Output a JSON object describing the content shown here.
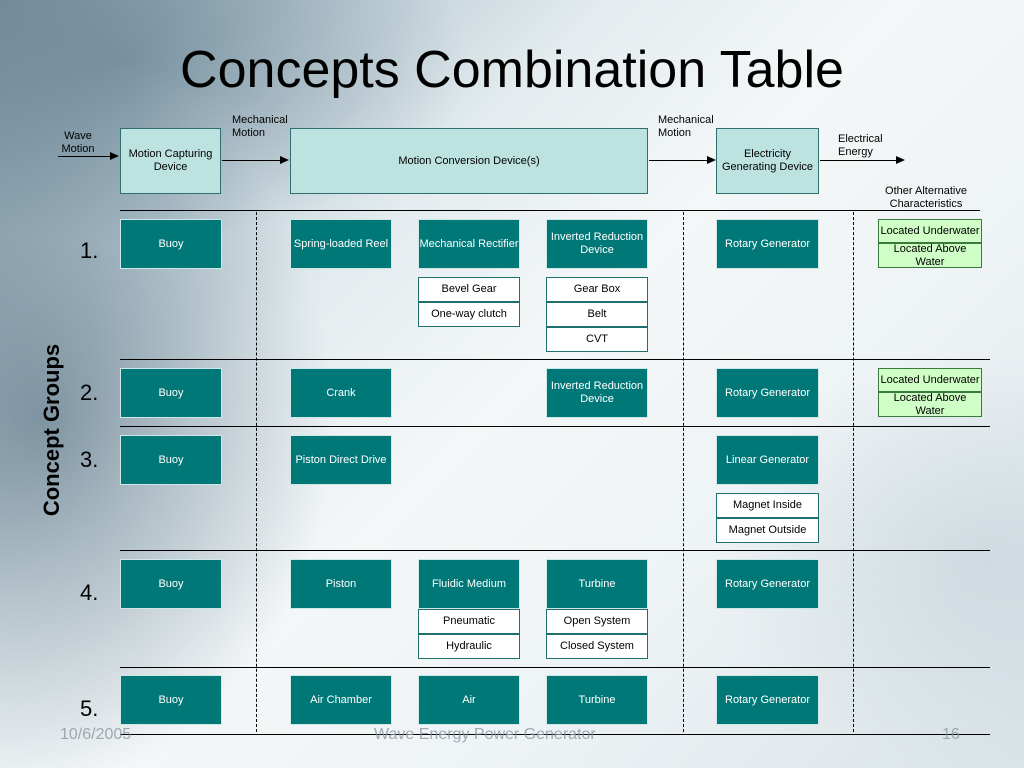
{
  "title": "Concepts Combination Table",
  "side_label": "Concept Groups",
  "flow": {
    "wave_motion": "Wave Motion",
    "mechanical_motion_1": "Mechanical Motion",
    "mechanical_motion_2": "Mechanical Motion",
    "electrical_energy": "Electrical Energy",
    "motion_capturing_device": "Motion Capturing Device",
    "motion_conversion_device": "Motion Conversion Device(s)",
    "electricity_generating_device": "Electricity Generating Device",
    "other_alternative": "Other Alternative Characteristics"
  },
  "groups": [
    {
      "number": "1.",
      "capture": "Buoy",
      "conversion": [
        "Spring-loaded Reel",
        "Mechanical Rectifier",
        "Inverted Reduction Device"
      ],
      "rectifier_options": [
        "Bevel Gear",
        "One-way clutch"
      ],
      "reduction_options": [
        "Gear Box",
        "Belt",
        "CVT"
      ],
      "generator": "Rotary Generator",
      "alternatives": [
        "Located Underwater",
        "Located Above Water"
      ]
    },
    {
      "number": "2.",
      "capture": "Buoy",
      "conversion": [
        "Crank",
        "Inverted Reduction Device"
      ],
      "generator": "Rotary Generator",
      "alternatives": [
        "Located Underwater",
        "Located Above Water"
      ]
    },
    {
      "number": "3.",
      "capture": "Buoy",
      "conversion": [
        "Piston Direct Drive"
      ],
      "generator": "Linear Generator",
      "generator_options": [
        "Magnet Inside",
        "Magnet Outside"
      ]
    },
    {
      "number": "4.",
      "capture": "Buoy",
      "conversion": [
        "Piston",
        "Fluidic Medium",
        "Turbine"
      ],
      "medium_options": [
        "Pneumatic",
        "Hydraulic"
      ],
      "turbine_options": [
        "Open System",
        "Closed System"
      ],
      "generator": "Rotary Generator"
    },
    {
      "number": "5.",
      "capture": "Buoy",
      "conversion": [
        "Air Chamber",
        "Air",
        "Turbine"
      ],
      "generator": "Rotary Generator"
    }
  ],
  "footer": {
    "date": "10/6/2005",
    "center": "Wave Energy Power Generator",
    "page": "16"
  }
}
